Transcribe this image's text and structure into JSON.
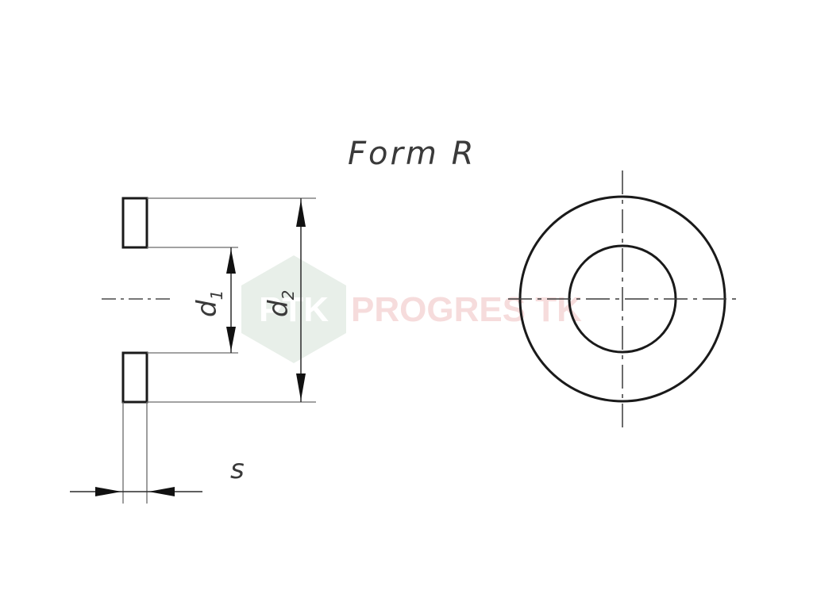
{
  "title": "Form R",
  "labels": {
    "d1": "d",
    "d1_sub": "1",
    "d2": "d",
    "d2_sub": "2",
    "s": "s"
  },
  "watermark": {
    "logo_text": "PTK",
    "brand": "PROGRES TK",
    "logo_color": "#e8efe9",
    "text_color": "#f6dcdc"
  },
  "colors": {
    "line": "#1a1a1a",
    "thin_line": "#6a6a6a",
    "background": "#ffffff"
  }
}
